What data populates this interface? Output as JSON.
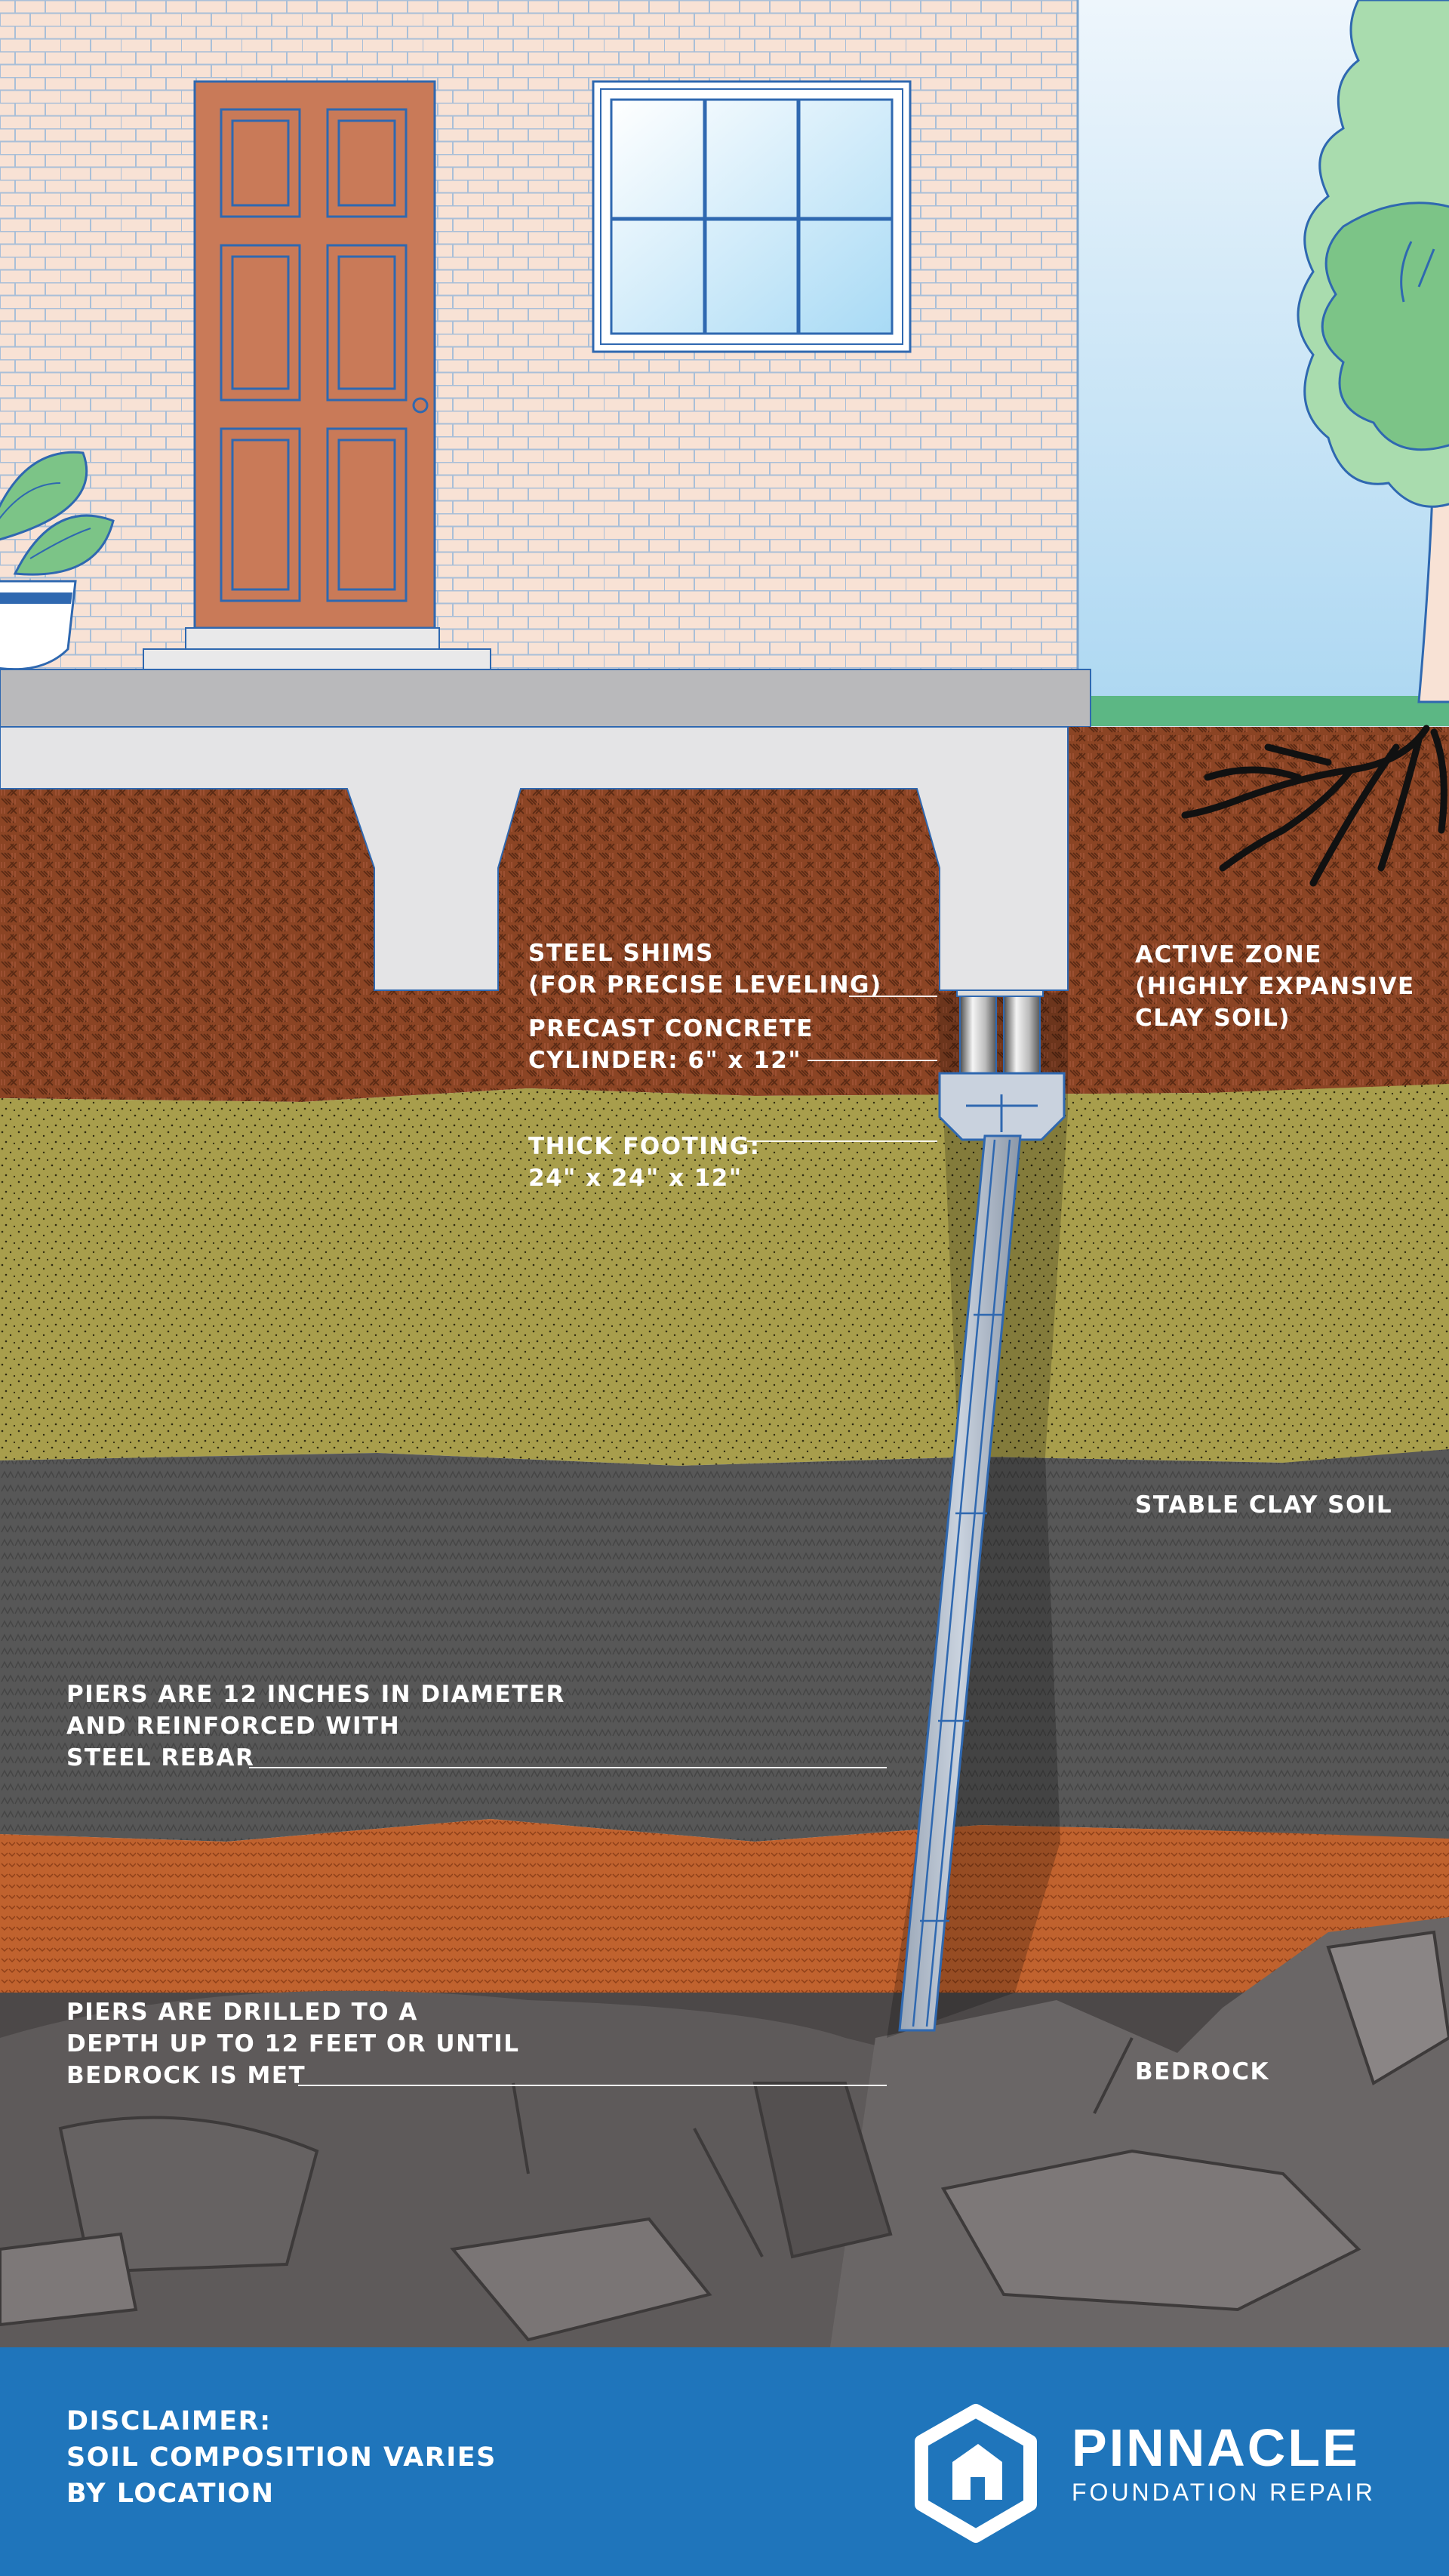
{
  "labels": {
    "steel_shims": [
      "STEEL SHIMS",
      "(FOR PRECISE LEVELING)"
    ],
    "precast_cylinder": [
      "PRECAST CONCRETE",
      "CYLINDER: 6\" x 12\""
    ],
    "thick_footing": [
      "THICK FOOTING:",
      "24\" x 24\" x 12\""
    ],
    "active_zone": [
      "ACTIVE ZONE",
      "(HIGHLY EXPANSIVE",
      "CLAY SOIL)"
    ],
    "stable_clay": "STABLE CLAY SOIL",
    "pier_diameter": [
      "PIERS ARE 12 INCHES IN DIAMETER",
      "AND REINFORCED WITH",
      "STEEL REBAR"
    ],
    "pier_depth": [
      "PIERS ARE DRILLED TO A",
      "DEPTH UP TO 12 FEET OR UNTIL",
      "BEDROCK IS MET"
    ],
    "bedrock": "BEDROCK"
  },
  "footer": {
    "disclaimer": [
      "DISCLAIMER:",
      "SOIL COMPOSITION VARIES",
      "BY LOCATION"
    ],
    "brand_name": "PINNACLE",
    "brand_tagline": "FOUNDATION REPAIR"
  },
  "colors": {
    "brick": "#f8e2d5",
    "door": "#c97a58",
    "active_zone_soil": "#8b4424",
    "sand_layer": "#a89e4c",
    "stable_clay_layer": "#575757",
    "orange_layer": "#c0622e",
    "bedrock": "#5e5a5a",
    "footer": "#1f75bb",
    "concrete": "#e4e4e6"
  },
  "icons": [
    "plant-icon",
    "tree-icon",
    "pinnacle-logo-icon"
  ]
}
